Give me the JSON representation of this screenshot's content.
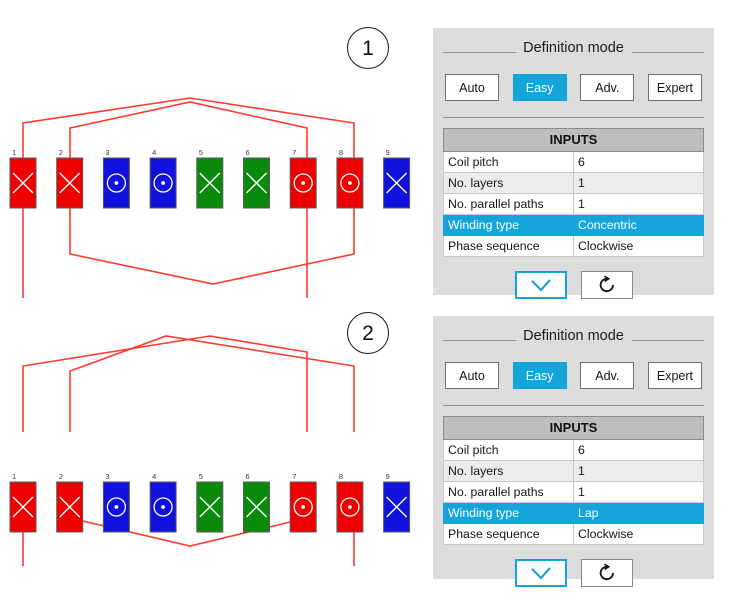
{
  "steps": [
    {
      "number": "1"
    },
    {
      "number": "2"
    }
  ],
  "colors": {
    "phase_a": "#ee0000",
    "phase_b": "#1111dd",
    "phase_c": "#0a8a0a",
    "wire": "#ff3b30",
    "accent": "#15a5db",
    "panel_bg": "#dcdcdc",
    "header_bg": "#bdbdbd"
  },
  "diagrams": [
    {
      "name": "concentric-winding",
      "slots": [
        {
          "number": "1",
          "color": "#ee0000",
          "marker": "cross"
        },
        {
          "number": "2",
          "color": "#ee0000",
          "marker": "cross"
        },
        {
          "number": "3",
          "color": "#1111dd",
          "marker": "dot"
        },
        {
          "number": "4",
          "color": "#1111dd",
          "marker": "dot"
        },
        {
          "number": "5",
          "color": "#0a8a0a",
          "marker": "cross"
        },
        {
          "number": "6",
          "color": "#0a8a0a",
          "marker": "cross"
        },
        {
          "number": "7",
          "color": "#ee0000",
          "marker": "dot"
        },
        {
          "number": "8",
          "color": "#ee0000",
          "marker": "dot"
        },
        {
          "number": "9",
          "color": "#1111dd",
          "marker": "cross"
        }
      ]
    },
    {
      "name": "lap-winding",
      "slots": [
        {
          "number": "1",
          "color": "#ee0000",
          "marker": "cross"
        },
        {
          "number": "2",
          "color": "#ee0000",
          "marker": "cross"
        },
        {
          "number": "3",
          "color": "#1111dd",
          "marker": "dot"
        },
        {
          "number": "4",
          "color": "#1111dd",
          "marker": "dot"
        },
        {
          "number": "5",
          "color": "#0a8a0a",
          "marker": "cross"
        },
        {
          "number": "6",
          "color": "#0a8a0a",
          "marker": "cross"
        },
        {
          "number": "7",
          "color": "#ee0000",
          "marker": "dot"
        },
        {
          "number": "8",
          "color": "#ee0000",
          "marker": "dot"
        },
        {
          "number": "9",
          "color": "#1111dd",
          "marker": "cross"
        }
      ]
    }
  ],
  "panels": [
    {
      "legend": "Definition mode",
      "modes": [
        {
          "label": "Auto",
          "active": false
        },
        {
          "label": "Easy",
          "active": true
        },
        {
          "label": "Adv.",
          "active": false
        },
        {
          "label": "Expert",
          "active": false
        }
      ],
      "table": {
        "header": "INPUTS",
        "rows": [
          {
            "label": "Coil pitch",
            "value": "6",
            "selected": false
          },
          {
            "label": "No. layers",
            "value": "1",
            "selected": false
          },
          {
            "label": "No. parallel paths",
            "value": "1",
            "selected": false
          },
          {
            "label": "Winding type",
            "value": "Concentric",
            "selected": true
          },
          {
            "label": "Phase sequence",
            "value": "Clockwise",
            "selected": false
          }
        ]
      },
      "actions": {
        "confirm": "check-icon",
        "reset": "reset-icon"
      }
    },
    {
      "legend": "Definition mode",
      "modes": [
        {
          "label": "Auto",
          "active": false
        },
        {
          "label": "Easy",
          "active": true
        },
        {
          "label": "Adv.",
          "active": false
        },
        {
          "label": "Expert",
          "active": false
        }
      ],
      "table": {
        "header": "INPUTS",
        "rows": [
          {
            "label": "Coil pitch",
            "value": "6",
            "selected": false
          },
          {
            "label": "No. layers",
            "value": "1",
            "selected": false
          },
          {
            "label": "No. parallel paths",
            "value": "1",
            "selected": false
          },
          {
            "label": "Winding type",
            "value": "Lap",
            "selected": true
          },
          {
            "label": "Phase sequence",
            "value": "Clockwise",
            "selected": false
          }
        ]
      },
      "actions": {
        "confirm": "check-icon",
        "reset": "reset-icon"
      }
    }
  ]
}
